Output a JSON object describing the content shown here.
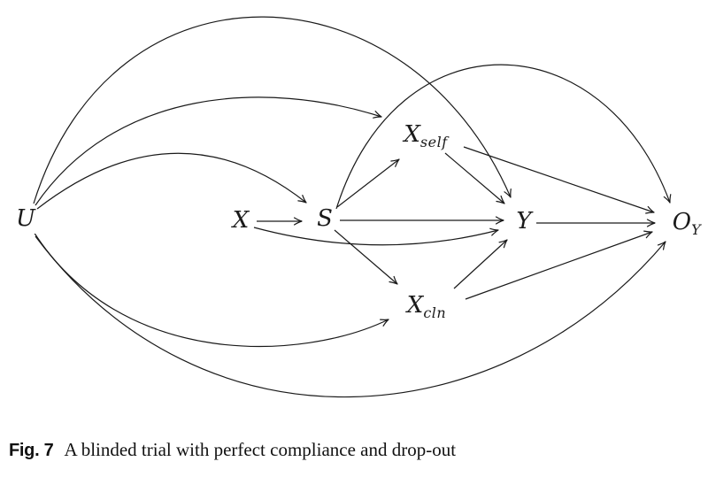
{
  "figure": {
    "type": "causal-dag",
    "background_color": "#ffffff",
    "line_color": "#1a1a1a"
  },
  "nodes": {
    "u": {
      "main": "U",
      "sub": ""
    },
    "x": {
      "main": "X",
      "sub": ""
    },
    "s": {
      "main": "S",
      "sub": ""
    },
    "x_self": {
      "main": "X",
      "sub": "self"
    },
    "y": {
      "main": "Y",
      "sub": ""
    },
    "x_cln": {
      "main": "X",
      "sub": "cln"
    },
    "o_y": {
      "main": "O",
      "sub": "Y"
    }
  },
  "edges": [
    {
      "from": "U",
      "to": "S"
    },
    {
      "from": "U",
      "to": "X_self"
    },
    {
      "from": "U",
      "to": "Y"
    },
    {
      "from": "U",
      "to": "X_cln"
    },
    {
      "from": "U",
      "to": "O_Y"
    },
    {
      "from": "X",
      "to": "S"
    },
    {
      "from": "X",
      "to": "Y"
    },
    {
      "from": "S",
      "to": "X_self"
    },
    {
      "from": "S",
      "to": "Y"
    },
    {
      "from": "S",
      "to": "X_cln"
    },
    {
      "from": "S",
      "to": "O_Y"
    },
    {
      "from": "X_self",
      "to": "Y"
    },
    {
      "from": "X_self",
      "to": "O_Y"
    },
    {
      "from": "X_cln",
      "to": "Y"
    },
    {
      "from": "X_cln",
      "to": "O_Y"
    },
    {
      "from": "Y",
      "to": "O_Y"
    }
  ],
  "caption": {
    "label": "Fig. 7",
    "text": "A blinded trial with perfect compliance and drop-out"
  }
}
